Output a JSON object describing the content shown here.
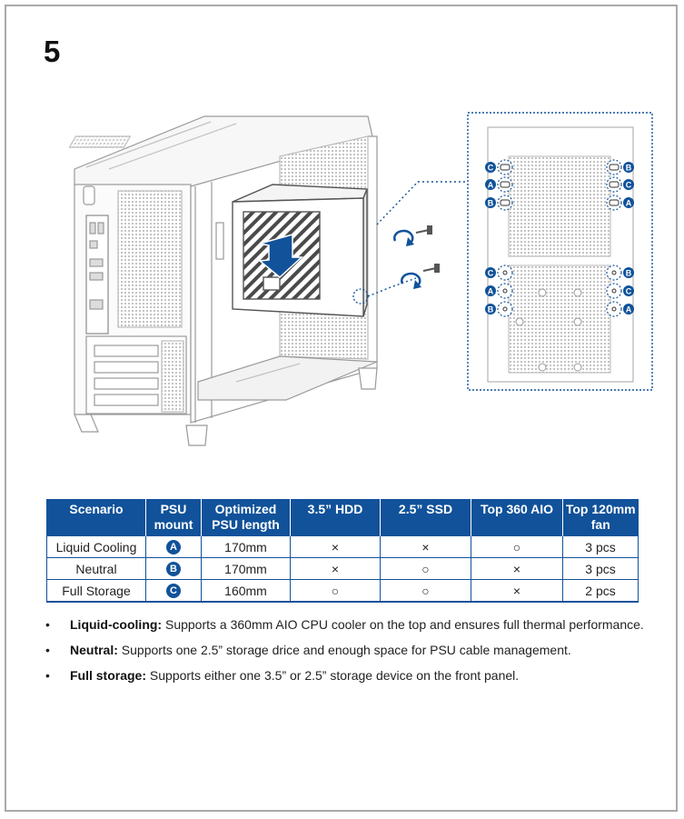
{
  "step_number": "5",
  "bracket_labels": [
    "C",
    "B",
    "A",
    "C",
    "B",
    "A",
    "C",
    "B",
    "A",
    "C",
    "B",
    "A"
  ],
  "table": {
    "headers": [
      "Scenario",
      "PSU mount",
      "Optimized PSU length",
      "3.5” HDD",
      "2.5” SSD",
      "Top 360 AIO",
      "Top 120mm fan"
    ],
    "rows": [
      {
        "scenario": "Liquid Cooling",
        "mount": "A",
        "length": "170mm",
        "hdd": "×",
        "ssd": "×",
        "aio": "○",
        "fan": "3 pcs"
      },
      {
        "scenario": "Neutral",
        "mount": "B",
        "length": "170mm",
        "hdd": "×",
        "ssd": "○",
        "aio": "×",
        "fan": "3 pcs"
      },
      {
        "scenario": "Full Storage",
        "mount": "C",
        "length": "160mm",
        "hdd": "○",
        "ssd": "○",
        "aio": "×",
        "fan": "2 pcs"
      }
    ]
  },
  "notes": [
    {
      "term": "Liquid-cooling:",
      "text": " Supports a 360mm AIO CPU cooler on the top and ensures full thermal performance."
    },
    {
      "term": "Neutral:",
      "text": " Supports one 2.5” storage drice and enough space for PSU cable management."
    },
    {
      "term": "Full storage:",
      "text": " Supports either one 3.5” or 2.5” storage device on the front panel."
    }
  ],
  "colors": {
    "accent": "#11529a",
    "line": "#9a9a9a",
    "frame": "#a9a9a9"
  },
  "icons": [
    "screw-icon",
    "rotate-arrow-icon",
    "down-arrow-icon"
  ]
}
